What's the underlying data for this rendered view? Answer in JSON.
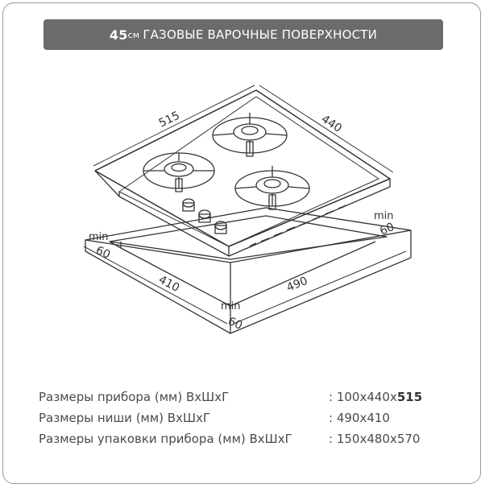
{
  "banner": {
    "size": "45",
    "unit": "см",
    "title": "ГАЗОВЫЕ ВАРОЧНЫЕ ПОВЕРХНОСТИ"
  },
  "diagram": {
    "dim_depth_hob": "515",
    "dim_width_hob": "440",
    "dim_niche_depth": "410",
    "dim_niche_width": "490",
    "min_label": "min",
    "min_value": "60"
  },
  "specs": [
    {
      "label": "Размеры прибора (мм) ВхШхГ",
      "value_prefix": ": 100x440x",
      "value_highlight": "515"
    },
    {
      "label": "Размеры ниши (мм) ВхШхГ",
      "value_prefix": ": 490x410",
      "value_highlight": ""
    },
    {
      "label": "Размеры упаковки прибора (мм) ВхШхГ",
      "value_prefix": ": 150x480x570",
      "value_highlight": ""
    }
  ]
}
